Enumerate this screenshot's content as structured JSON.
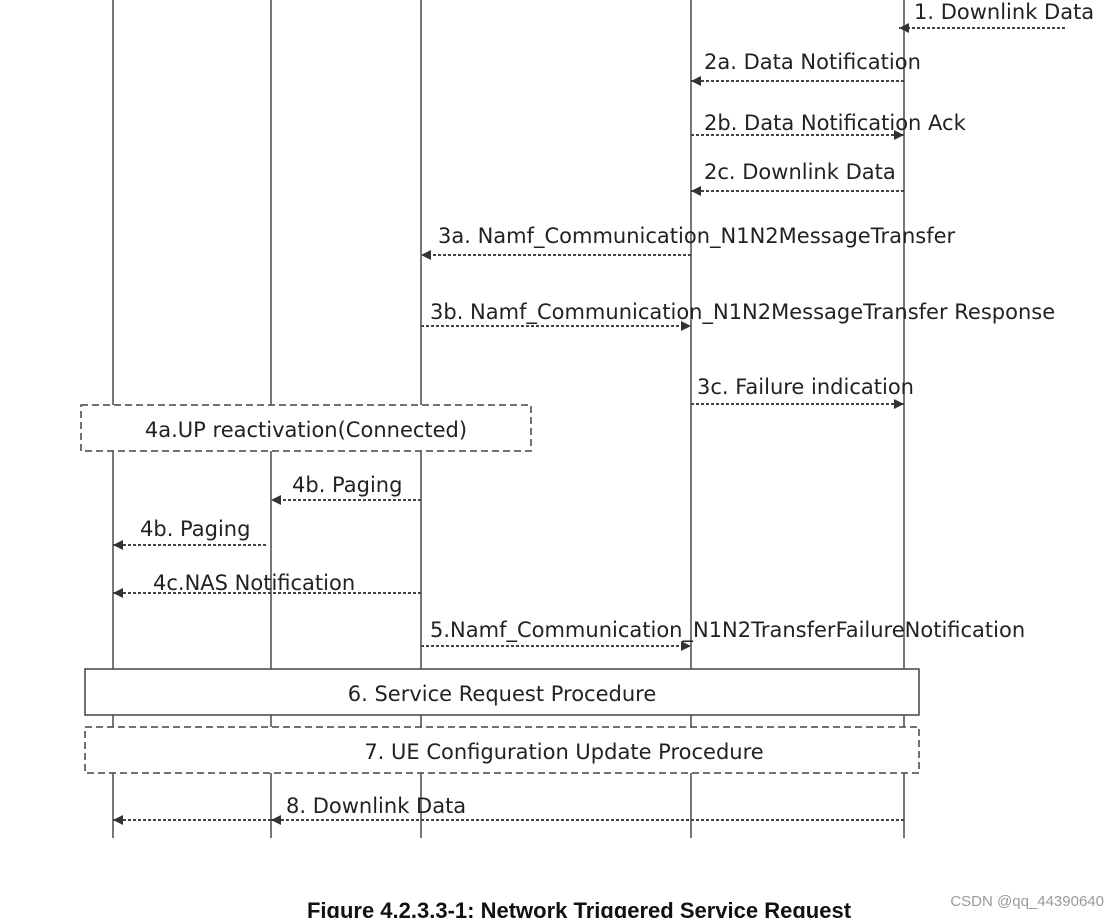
{
  "messages": [
    {
      "label": "1. Downlink Data"
    },
    {
      "label": "2a. Data Notification"
    },
    {
      "label": "2b. Data Notification Ack"
    },
    {
      "label": "2c. Downlink Data"
    },
    {
      "label": "3a. Namf_Communication_N1N2MessageTransfer"
    },
    {
      "label": "3b. Namf_Communication_N1N2MessageTransfer Response"
    },
    {
      "label": "3c. Failure indication"
    },
    {
      "label": "4b. Paging"
    },
    {
      "label": "4b. Paging"
    },
    {
      "label": "4c.NAS Notification"
    },
    {
      "label": "5.Namf_Communication_N1N2TransferFailureNotification"
    },
    {
      "label": "8. Downlink Data"
    }
  ],
  "boxes": {
    "up_reactivation": "4a.UP reactivation(Connected)",
    "service_request": "6. Service Request Procedure",
    "ue_config_update": "7. UE Configuration Update Procedure"
  },
  "caption": "Figure 4.2.3.3-1: Network Triggered Service Request",
  "watermark": "CSDN @qq_44390640"
}
